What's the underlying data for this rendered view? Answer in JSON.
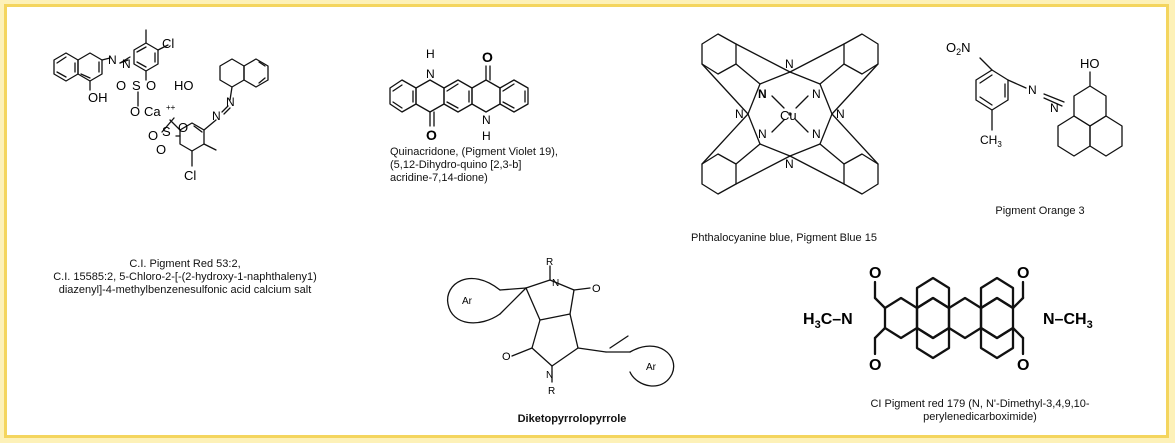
{
  "colors": {
    "background": "#fdf1b8",
    "frame_border": "#f4d55e",
    "panel": "#ffffff",
    "ink": "#111111"
  },
  "compounds": {
    "pigment_red_53_2": {
      "caption_lines": [
        "C.I. Pigment Red 53:2,",
        "C.I. 15585:2, 5-Chloro-2-[-(2-hydroxy-1-naphthaleny1)",
        "diazenyl]-4-methylbenzenesulfonic acid calcium salt"
      ],
      "atoms": {
        "cl1": "Cl",
        "n_a": "N",
        "n_b": "N",
        "oh": "OH",
        "o1": "O",
        "s1": "S",
        "o2": "O",
        "o_minus_1": "O",
        "ho": "HO",
        "ca": "Ca",
        "o_minus_2": "O",
        "s2": "S",
        "o3": "O",
        "o4": "O",
        "n_c": "N",
        "n_d": "N",
        "cl2": "Cl"
      }
    },
    "quinacridone": {
      "caption_lines": [
        "Quinacridone, (Pigment Violet 19),",
        "(5,12-Dihydro-quino [2,3-b]",
        "acridine-7,14-dione)"
      ],
      "atoms": {
        "h_top": "H",
        "n_top": "N",
        "o_top": "O",
        "o_bottom": "O",
        "n_bottom": "N",
        "h_bottom": "H"
      }
    },
    "phthalocyanine_blue": {
      "caption": "Phthalocyanine blue, Pigment Blue 15",
      "atoms": {
        "cu": "Cu",
        "n": "N"
      }
    },
    "pigment_orange_3": {
      "caption": "Pigment Orange 3",
      "atoms": {
        "o2n": "O2N",
        "ho": "HO",
        "n1": "N",
        "n2": "N",
        "ch3": "CH3"
      }
    },
    "diketopyrrolopyrrole": {
      "caption": "Diketopyrrolopyrrole",
      "atoms": {
        "ar": "Ar",
        "r": "R",
        "n": "N",
        "o": "O"
      }
    },
    "pigment_red_179": {
      "caption_lines": [
        "CI Pigment red 179 (N, N'-Dimethyl-3,4,9,10-",
        "perylenedicarboximide)"
      ],
      "atoms": {
        "h3c_n": "H3C–N",
        "n_ch3": "N–CH3",
        "o": "O"
      }
    }
  }
}
